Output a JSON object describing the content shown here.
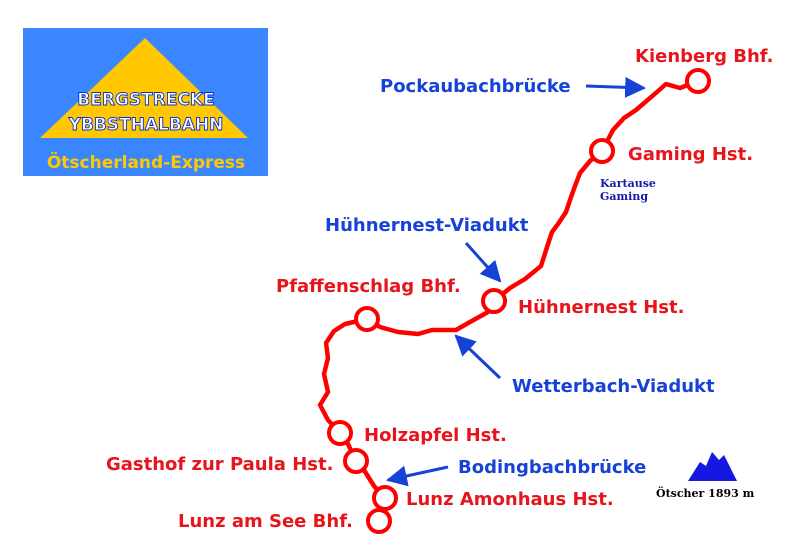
{
  "logo": {
    "top": "BERGSTRECKE",
    "mid": "YBBSTHALBAHN",
    "bottom": "Ötscherland-Express",
    "colors": {
      "background": "#3a86ff",
      "triangle": "#ffc800",
      "text": "#ffffff",
      "outline": "#0b2fd0"
    }
  },
  "colors": {
    "route": "#ff0000",
    "station_text": "#e8141c",
    "feature_text": "#1742d6",
    "arrow": "#1742d6",
    "mountain": "#1418e0"
  },
  "stations": [
    {
      "id": "kienberg",
      "label": "Kienberg Bhf."
    },
    {
      "id": "gaming",
      "label": "Gaming Hst."
    },
    {
      "id": "huehnernest",
      "label": "Hühnernest Hst."
    },
    {
      "id": "pfaffenschlag",
      "label": "Pfaffenschlag Bhf."
    },
    {
      "id": "holzapfel",
      "label": "Holzapfel Hst."
    },
    {
      "id": "paula",
      "label": "Gasthof zur Paula Hst."
    },
    {
      "id": "amonhaus",
      "label": "Lunz Amonhaus Hst."
    },
    {
      "id": "lunz",
      "label": "Lunz am See Bhf."
    }
  ],
  "features": [
    {
      "id": "pockaubach",
      "label": "Pockaubachbrücke"
    },
    {
      "id": "huehnernest-viadukt",
      "label": "Hühnernest-Viadukt"
    },
    {
      "id": "wetterbach",
      "label": "Wetterbach-Viadukt"
    },
    {
      "id": "bodingbach",
      "label": "Bodingbachbrücke"
    }
  ],
  "landmarks": {
    "kartause_line1": "Kartause",
    "kartause_line2": "Gaming",
    "mountain_label": "Ötscher 1893 m"
  }
}
